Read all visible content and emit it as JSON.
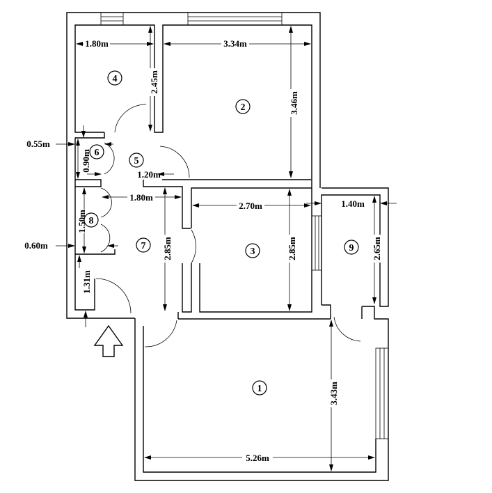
{
  "title": "Apartment floor plan",
  "rooms": [
    {
      "number": "1"
    },
    {
      "number": "2"
    },
    {
      "number": "3"
    },
    {
      "number": "4"
    },
    {
      "number": "5"
    },
    {
      "number": "6"
    },
    {
      "number": "7"
    },
    {
      "number": "8"
    },
    {
      "number": "9"
    }
  ],
  "dimensions": {
    "room4_width": "1.80m",
    "room2_width": "3.34m",
    "room4_depth": "2.45m",
    "room2_depth": "3.46m",
    "room6_width": "0.55m",
    "room6_depth": "0.90m",
    "room5_width": "1.20m",
    "hall_width": "1.80m",
    "room3_width": "2.70m",
    "room9_width": "1.40m",
    "room8_depth": "1.50m",
    "room8_width": "0.60m",
    "hall_depth": "2.85m",
    "room3_depth": "2.85m",
    "room9_depth": "2.65m",
    "entry_depth": "1.31m",
    "room1_depth": "3.43m",
    "room1_width": "5.26m"
  },
  "entrance_icon": "up-arrow"
}
